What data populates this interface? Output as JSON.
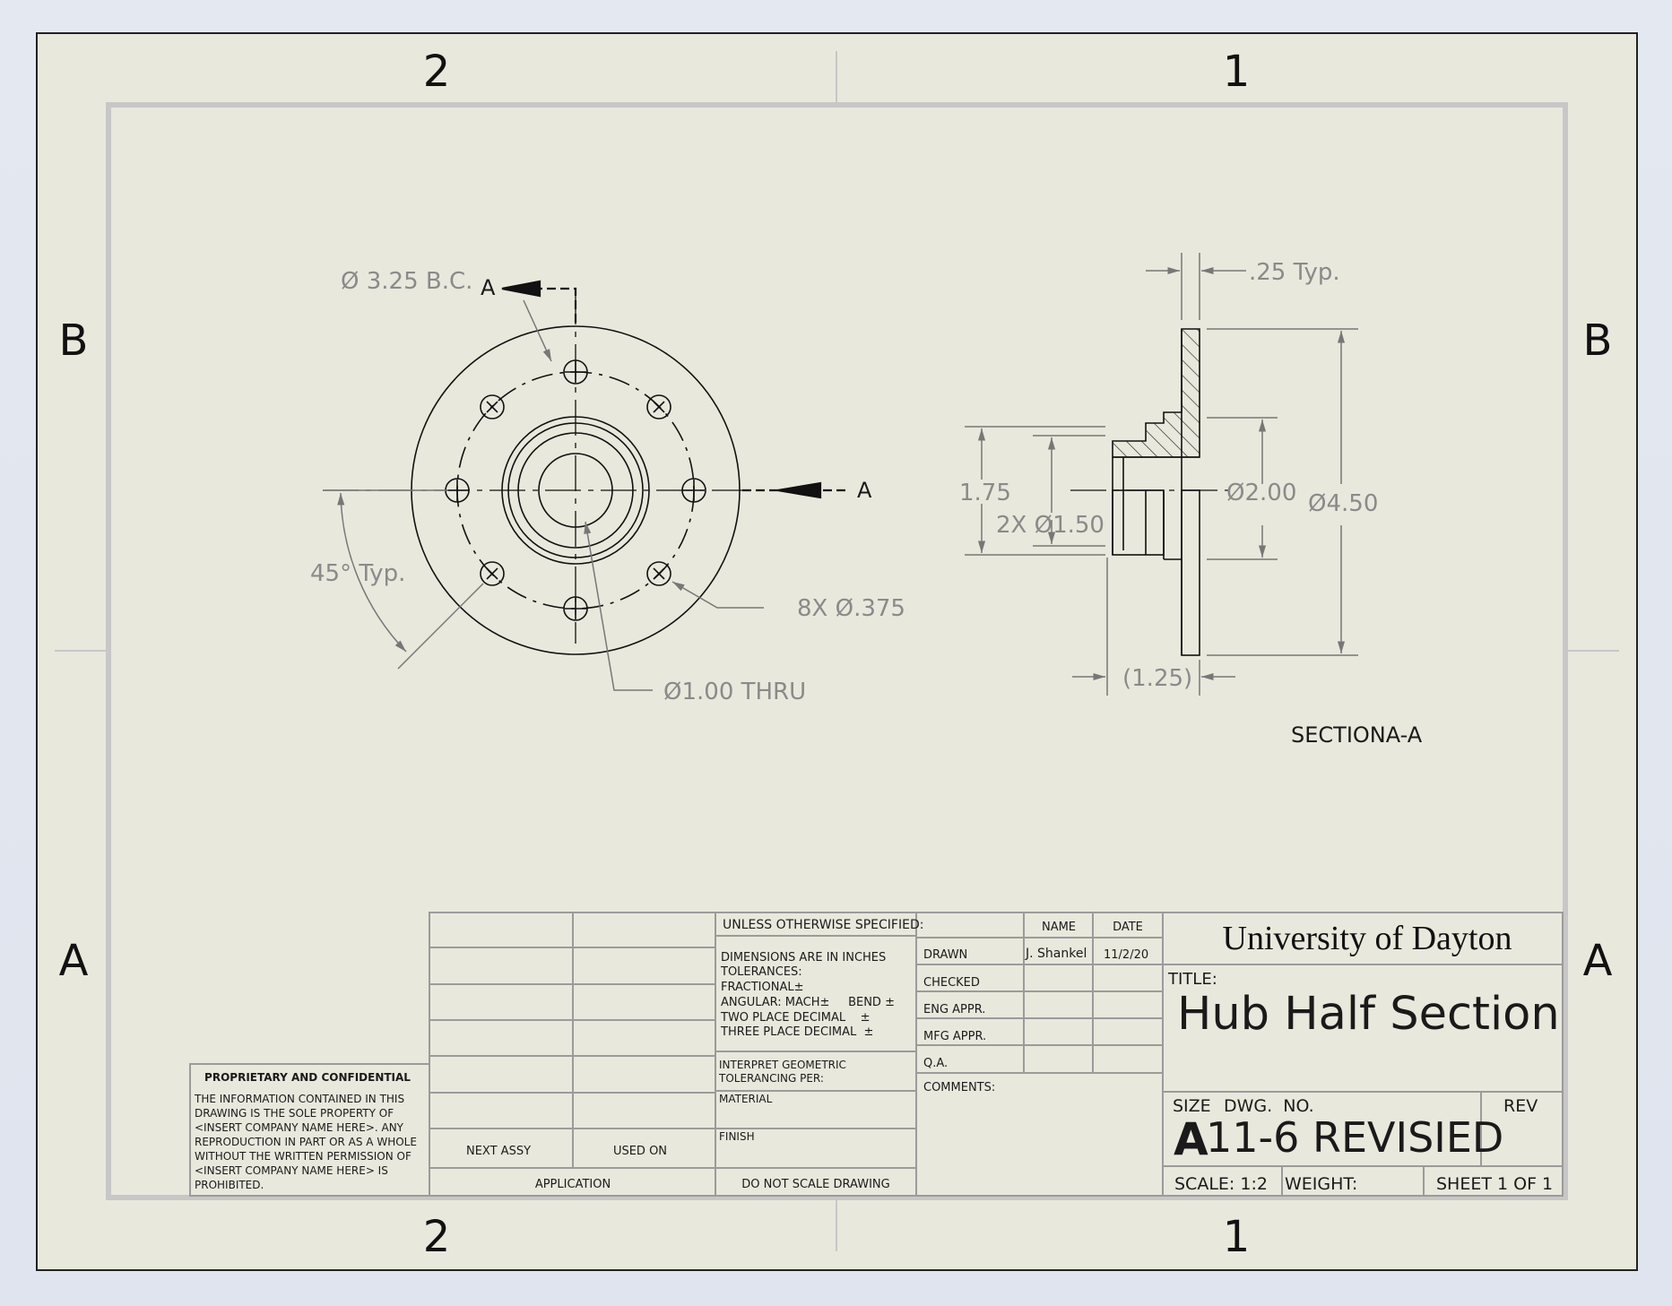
{
  "zones": {
    "top": [
      "2",
      "1"
    ],
    "bottom": [
      "2",
      "1"
    ],
    "left": [
      "B",
      "A"
    ],
    "right": [
      "B",
      "A"
    ]
  },
  "front_view": {
    "bolt_circle": "Ø 3.25 B.C.",
    "section_marker_top": "A",
    "section_marker_right": "A",
    "angle": "45° Typ.",
    "holes": "8X  Ø.375",
    "bore": "Ø1.00 THRU"
  },
  "section_view": {
    "thickness": ".25 Typ.",
    "dim_175": "1.75",
    "dim_2x150": "2X  Ø1.50",
    "dim_200": "Ø2.00",
    "dim_450": "Ø4.50",
    "dim_125": "(1.25)",
    "label": "SECTIONA-A"
  },
  "title_block": {
    "unless": "UNLESS OTHERWISE SPECIFIED:",
    "dimensions": "DIMENSIONS ARE IN INCHES",
    "tolerances": "TOLERANCES:",
    "fractional": "FRACTIONAL±",
    "angular": "ANGULAR: MACH±     BEND ±",
    "two_place": "TWO PLACE DECIMAL    ±",
    "three_place": "THREE PLACE DECIMAL  ±",
    "interpret1": "INTERPRET GEOMETRIC",
    "interpret2": "TOLERANCING PER:",
    "material": "MATERIAL",
    "finish": "FINISH",
    "do_not_scale": "DO NOT SCALE DRAWING",
    "next_assy": "NEXT ASSY",
    "used_on": "USED ON",
    "application": "APPLICATION",
    "col_name": "NAME",
    "col_date": "DATE",
    "drawn": "DRAWN",
    "drawn_name": "J. Shankel",
    "drawn_date": "11/2/20",
    "checked": "CHECKED",
    "eng_appr": "ENG APPR.",
    "mfg_appr": "MFG APPR.",
    "qa": "Q.A.",
    "comments": "COMMENTS:",
    "company": "University of Dayton",
    "title_label": "TITLE:",
    "title": "Hub Half Section",
    "size_label": "SIZE",
    "dwg_no_label": "DWG.  NO.",
    "rev_label": "REV",
    "size": "A",
    "dwg_no": "11-6 REVISIED",
    "scale": "SCALE: 1:2",
    "weight": "WEIGHT:",
    "sheet": "SHEET 1 OF 1",
    "proprietary_title": "PROPRIETARY AND CONFIDENTIAL",
    "proprietary_lines": [
      "THE INFORMATION CONTAINED IN THIS",
      "DRAWING IS THE SOLE PROPERTY OF",
      "<INSERT COMPANY NAME HERE>.  ANY",
      "REPRODUCTION IN PART OR AS A WHOLE",
      "WITHOUT THE WRITTEN PERMISSION OF",
      "<INSERT COMPANY NAME HERE> IS",
      "PROHIBITED."
    ]
  }
}
